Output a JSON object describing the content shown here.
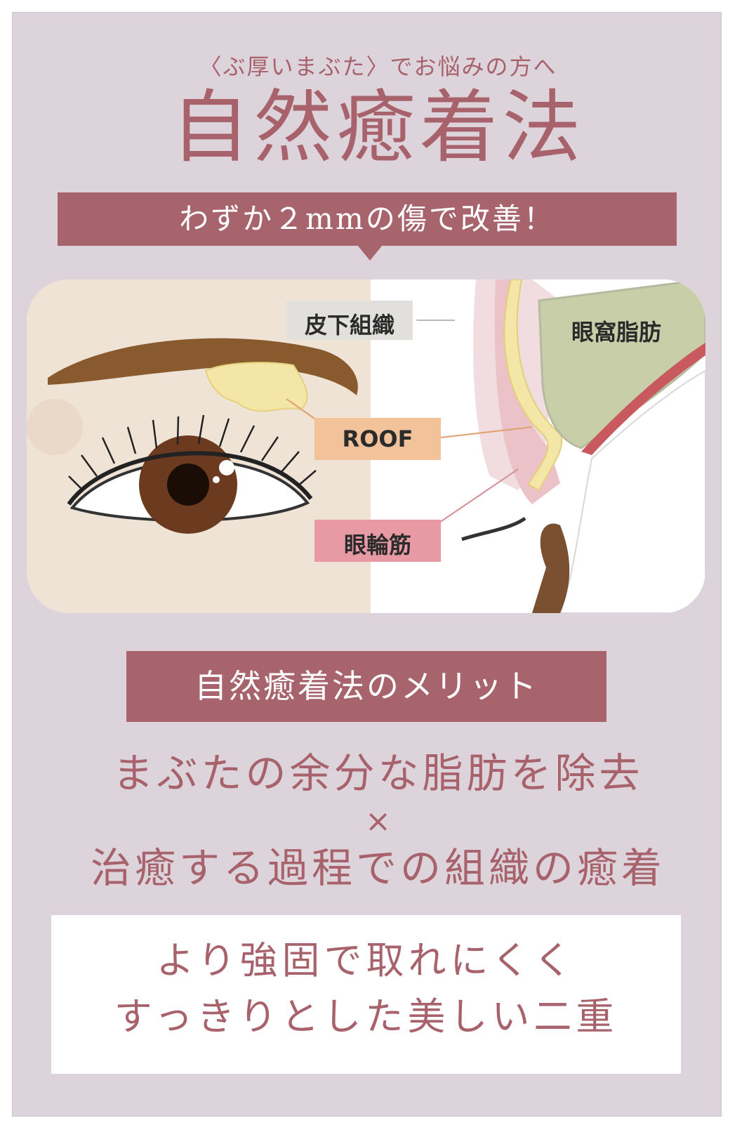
{
  "header": {
    "subtitle": "〈ぶ厚いまぶた〉でお悩みの方へ",
    "title": "自然癒着法"
  },
  "banner": {
    "text": "わずか２mmの傷で改善！"
  },
  "illustration": {
    "labels": {
      "subcutaneous": "皮下組織",
      "orbital_fat": "眼窩脂肪",
      "roof": "ROOF",
      "orbicularis": "眼輪筋"
    },
    "colors": {
      "skin": "#efe3d6",
      "eyebrow": "#8a5a2f",
      "iris": "#6b3a1f",
      "fat": "#f3e6a6",
      "orbital_fat": "#c8cfa8",
      "muscle": "#d68f97"
    }
  },
  "merit": {
    "heading": "自然癒着法のメリット"
  },
  "benefits": {
    "line1": "まぶたの余分な脂肪を除去",
    "times": "×",
    "line2": "治癒する過程での組織の癒着"
  },
  "result": {
    "line1": "より強固で取れにくく",
    "line2": "すっきりとした美しい二重"
  }
}
